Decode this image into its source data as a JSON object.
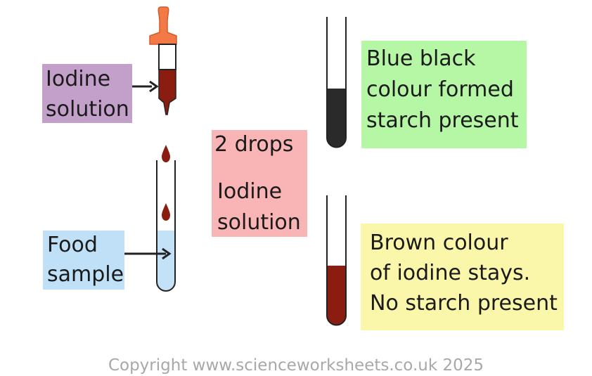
{
  "labels": {
    "iodine_solution": [
      "Iodine",
      "solution"
    ],
    "food_sample": [
      "Food",
      "sample"
    ],
    "step_amount": "2 drops",
    "step_reagent": [
      "Iodine",
      "solution"
    ],
    "result_positive": [
      "Blue black",
      "colour formed",
      "starch present"
    ],
    "result_negative": [
      "Brown colour",
      "of iodine stays.",
      "No starch present"
    ]
  },
  "footer": {
    "copyright": "Copyright www.scienceworksheets.co.uk 2025"
  },
  "colors": {
    "iodine_box": "#c3a0c9",
    "food_box": "#bfe0f6",
    "step_box": "#f9b5b5",
    "positive_box": "#b6f7a6",
    "negative_box": "#fbf7aa",
    "iodine_liquid": "#8a1c10",
    "starch_liquid": "#2a2a2a",
    "food_liquid": "#c4e2f7",
    "dropper_bulb": "#f37a47"
  }
}
